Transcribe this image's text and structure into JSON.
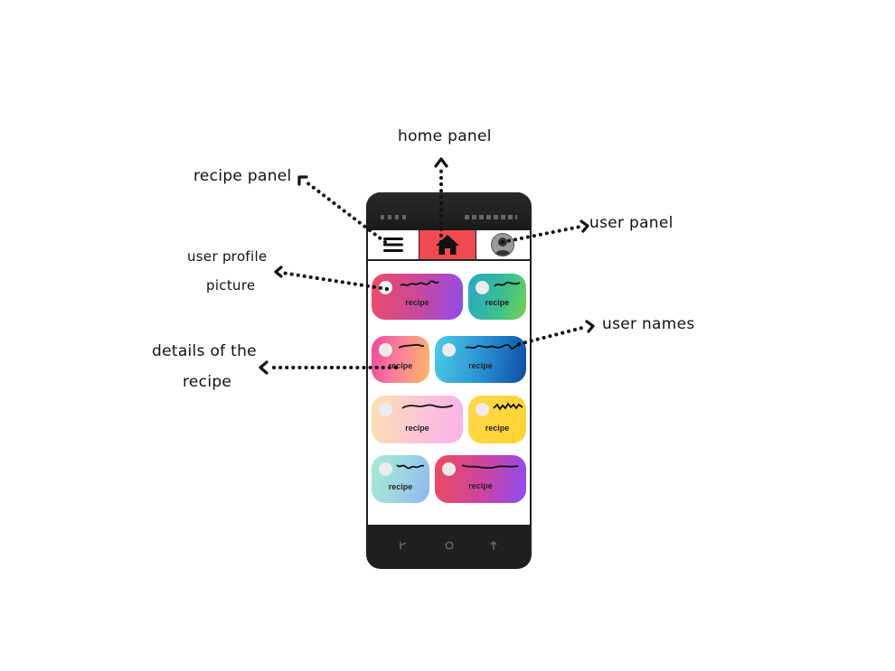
{
  "annotations": {
    "home_panel": "home panel",
    "recipe_panel": "recipe panel",
    "user_panel": "user  panel",
    "user_profile_picture_line1": "user profile",
    "user_profile_picture_line2": "picture",
    "user_names": "user names",
    "details_line1": "details of the",
    "details_line2": "recipe"
  },
  "phone": {
    "nav": {
      "menu_icon": "hamburger-menu-icon",
      "home_icon": "home-icon",
      "user_icon": "user-avatar-icon",
      "home_color": "#f04a50"
    },
    "cards": [
      {
        "label": "recipe"
      },
      {
        "label": "recipe"
      },
      {
        "label": "recipe"
      },
      {
        "label": "recipe"
      },
      {
        "label": "recipe"
      },
      {
        "label": "recipe"
      },
      {
        "label": "recipe"
      },
      {
        "label": "recipe"
      }
    ],
    "system_buttons": [
      "recent-apps-icon",
      "home-button-icon",
      "back-icon"
    ]
  }
}
